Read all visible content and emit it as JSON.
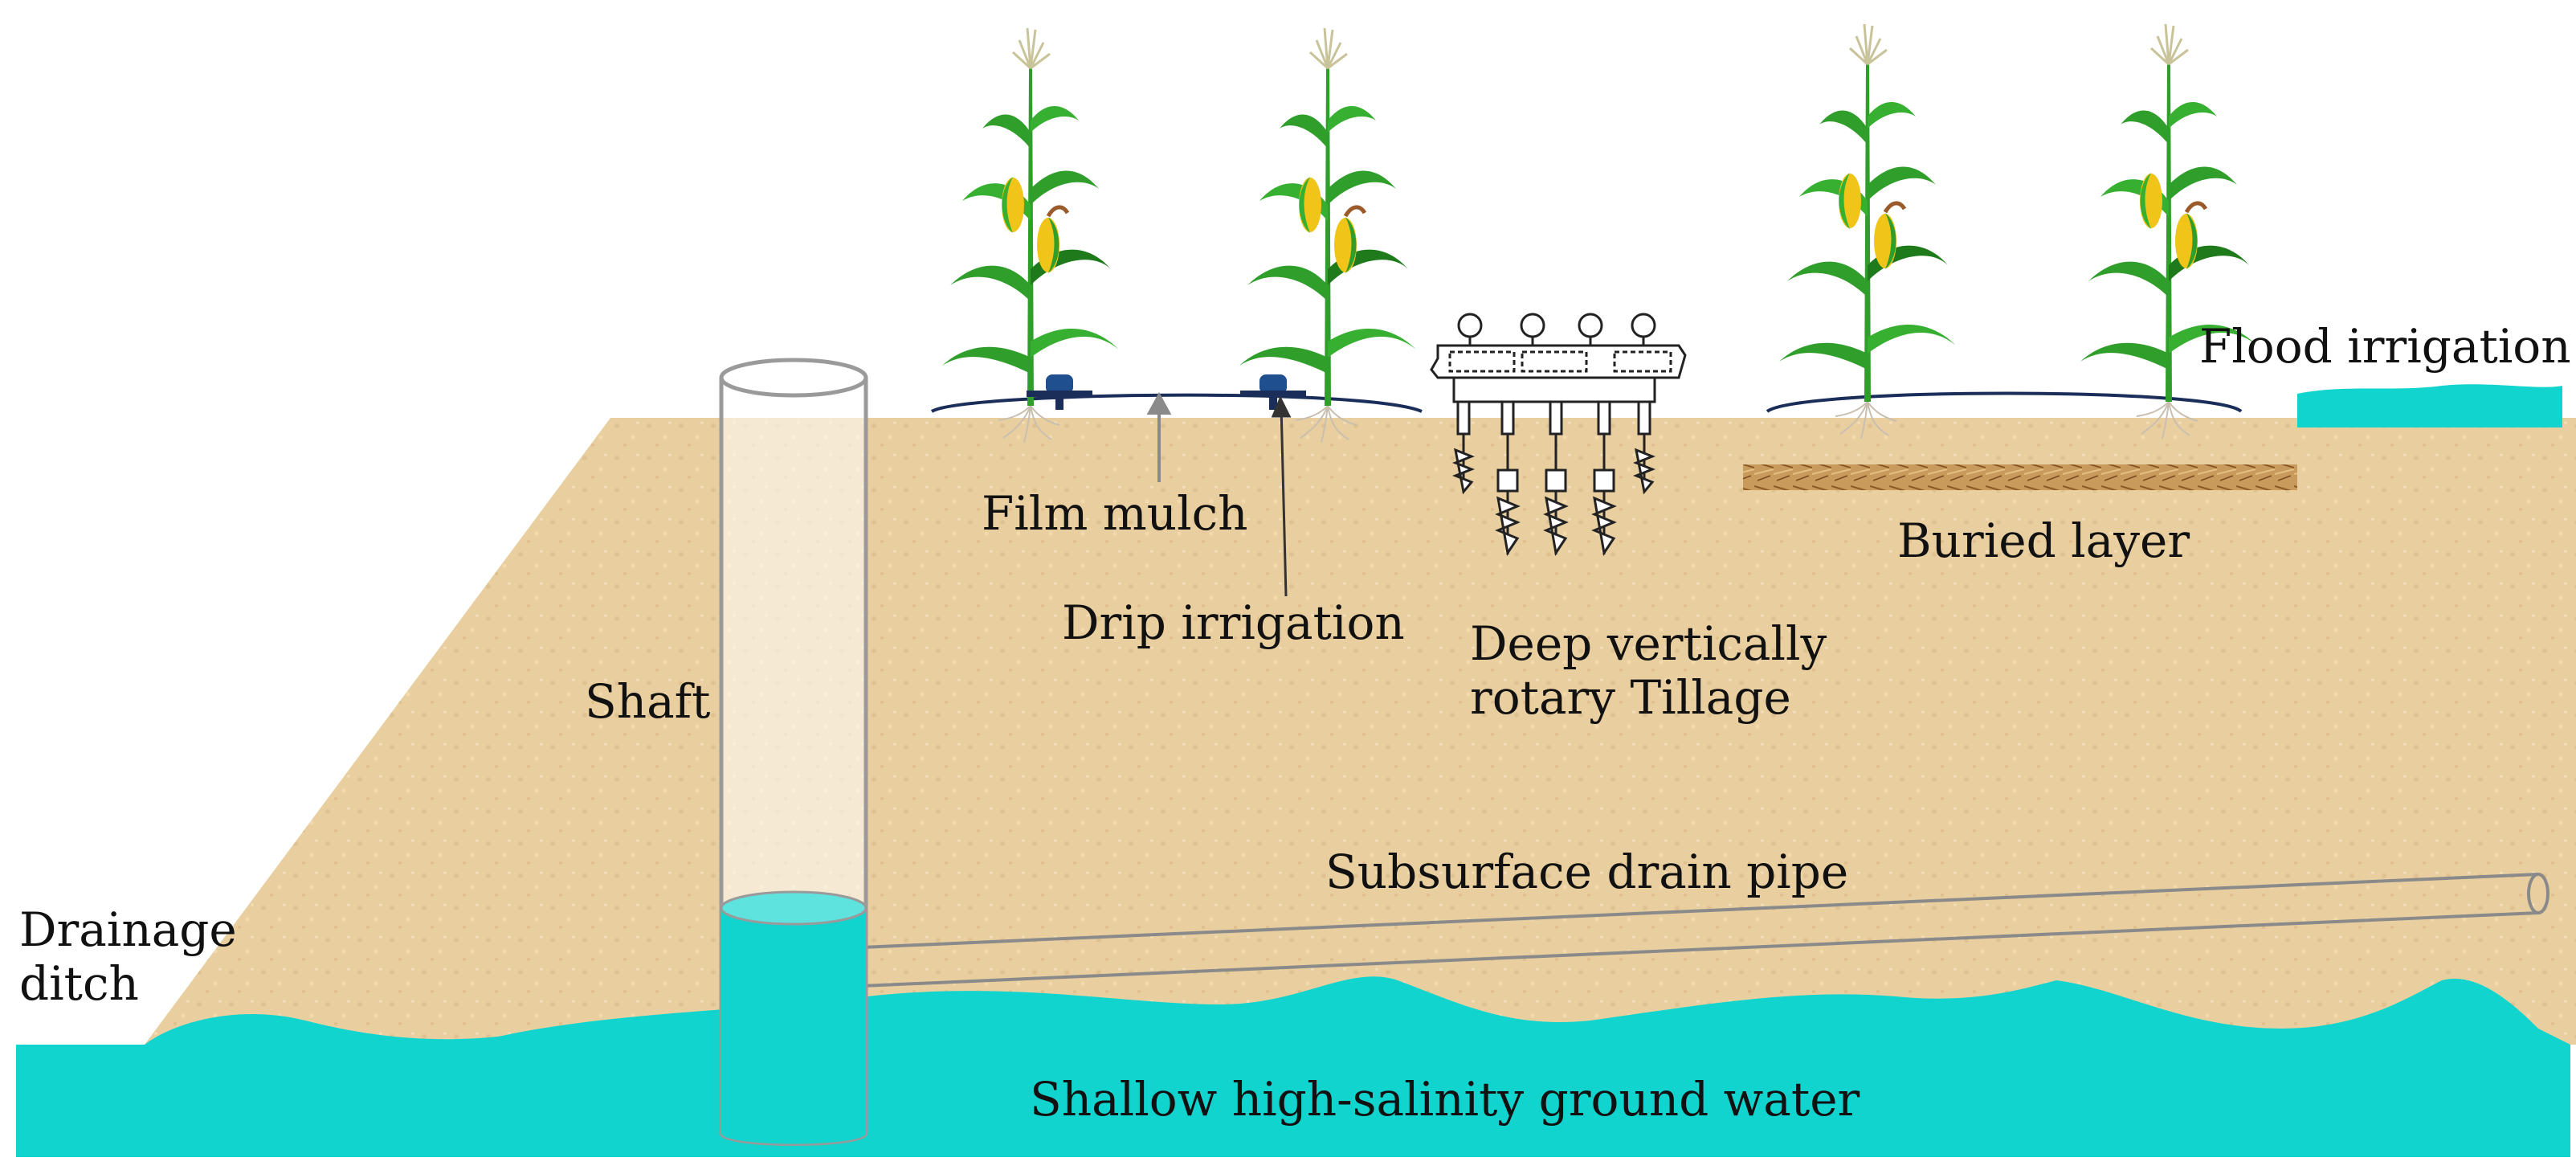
{
  "labels": {
    "film_mulch": "Film mulch",
    "drip_irrigation": "Drip irrigation",
    "deep_tillage_line1": "Deep vertically",
    "deep_tillage_line2": "rotary Tillage",
    "buried_layer": "Buried layer",
    "flood_irrigation": "Flood irrigation",
    "shaft": "Shaft",
    "drainage_ditch_line1": "Drainage",
    "drainage_ditch_line2": "ditch",
    "subsurface_drain_pipe": "Subsurface drain pipe",
    "groundwater": "Shallow high-salinity ground water"
  },
  "colors": {
    "soil": "#e9cf9f",
    "soil_dark": "#d9b983",
    "water": "#12d4cf",
    "plant_green": "#2f9e2a",
    "plant_dark": "#1f7a1c",
    "corn_yellow": "#f0c419",
    "film_line": "#1b2e5a",
    "emitter": "#1f4f8f",
    "buried_layer": "#c08a4a",
    "pipe_stroke": "#8a8a8a",
    "text": "#111111"
  }
}
